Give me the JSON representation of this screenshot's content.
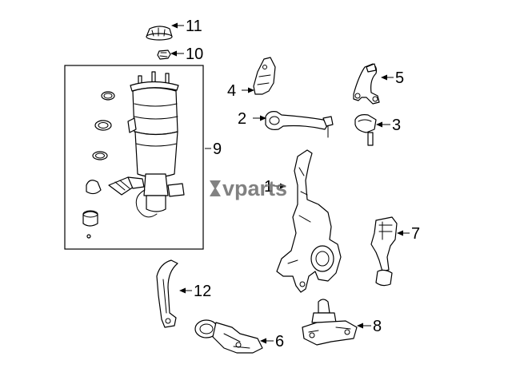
{
  "callouts": {
    "c1": "1",
    "c2": "2",
    "c3": "3",
    "c4": "4",
    "c5": "5",
    "c6": "6",
    "c7": "7",
    "c8": "8",
    "c9": "9",
    "c10": "10",
    "c11": "11",
    "c12": "12"
  },
  "watermark": {
    "text": "vparts"
  },
  "colors": {
    "line": "#000000",
    "background": "#ffffff",
    "watermark": "#6c6c6c"
  }
}
